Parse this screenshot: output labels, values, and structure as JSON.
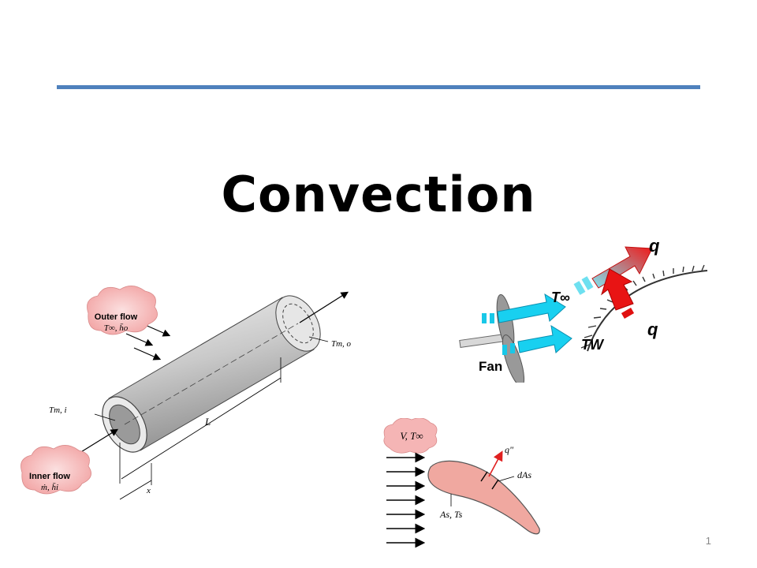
{
  "slide": {
    "title": "Convection",
    "number": "1",
    "accent_color": "#4f81bd"
  },
  "pipe_figure": {
    "outer_flow_label": "Outer flow",
    "outer_flow_vars": "T∞, h̄o",
    "inner_flow_label": "Inner flow",
    "inner_flow_vars": "ṁ, h̄i",
    "inlet_temp": "Tm, i",
    "outlet_temp": "Tm, o",
    "length_label": "L",
    "x_label": "x"
  },
  "fan_figure": {
    "fan_label": "Fan",
    "t_inf_label": "T∞",
    "t_wall_label": "TW",
    "q_top_label": "q",
    "q_bottom_label": "q"
  },
  "airfoil_figure": {
    "freestream_label": "V, T∞",
    "flux_label": "q\"",
    "area_element_label": "dAs",
    "surface_label": "As, Ts"
  }
}
